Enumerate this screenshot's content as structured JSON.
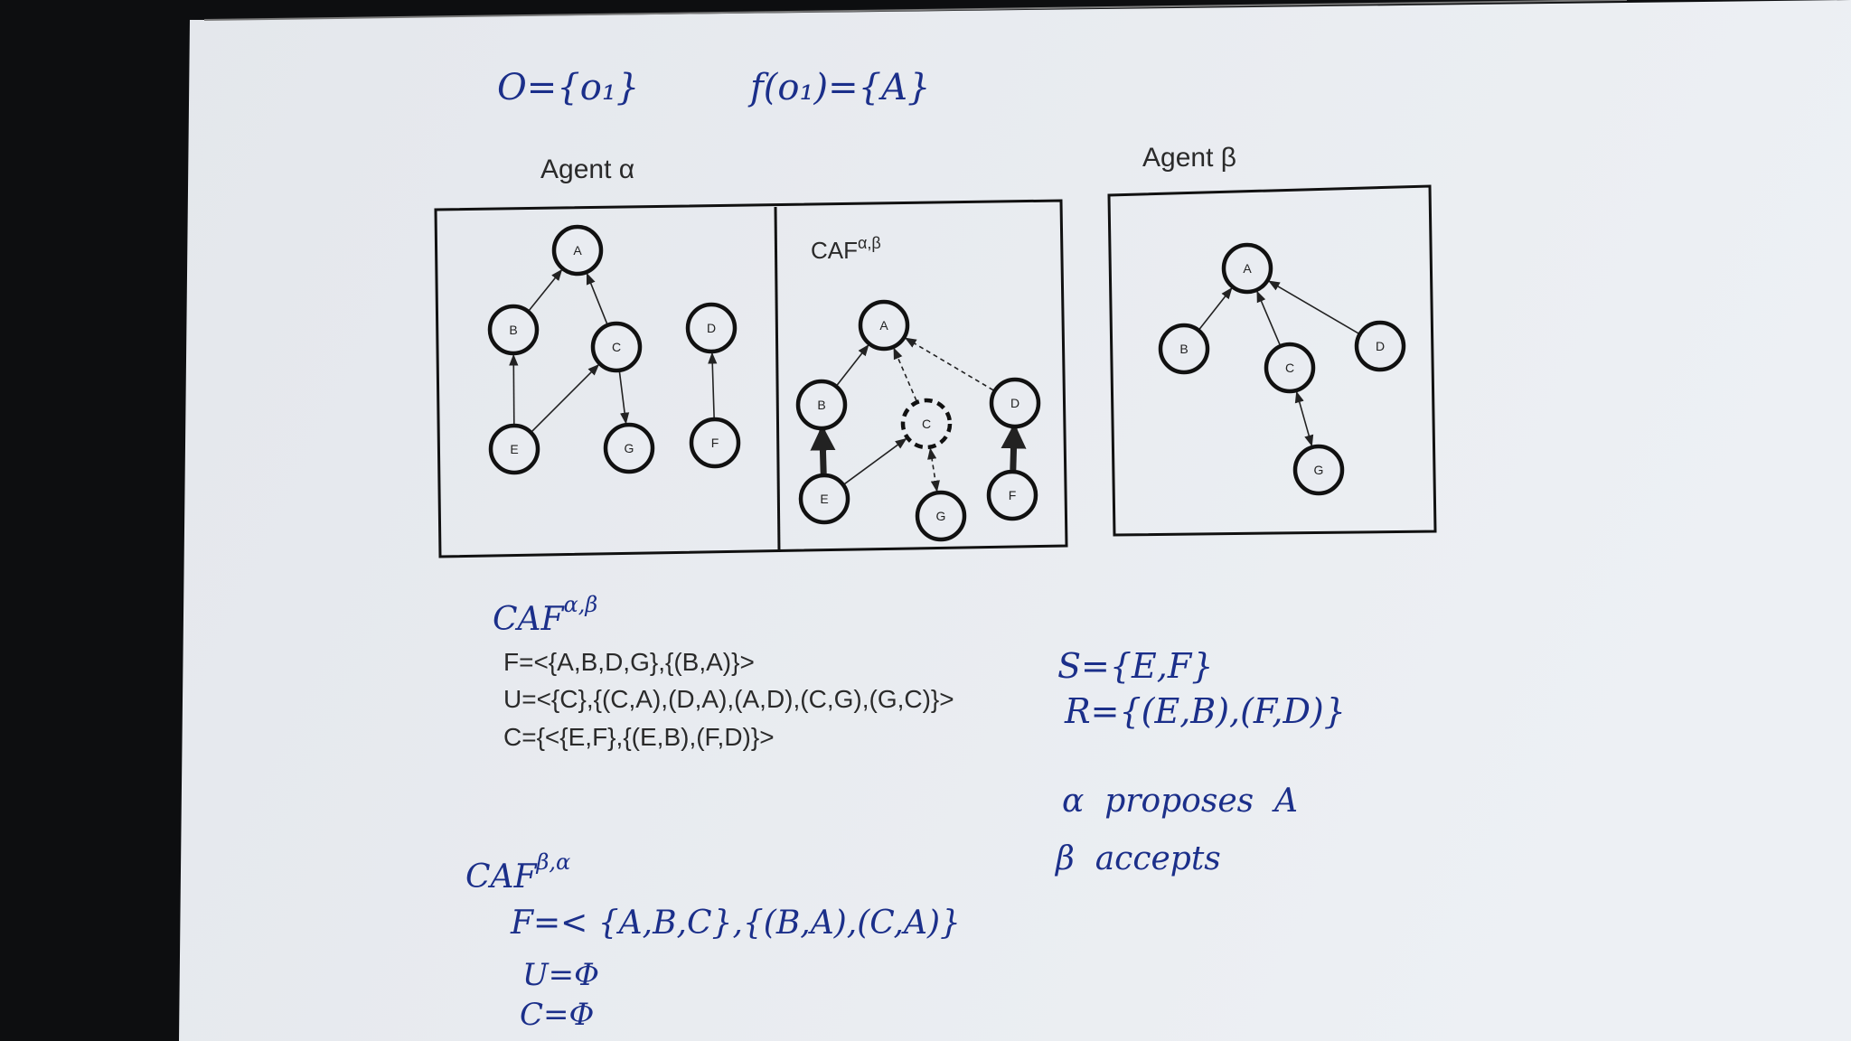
{
  "handwritten_top": {
    "o_set": "O={o₁}",
    "f_map": "f(o₁)={A}"
  },
  "agents": {
    "alpha_label": "Agent α",
    "beta_label": "Agent β"
  },
  "caf_panel_label": "CAF",
  "caf_panel_sup": "α,β",
  "graph_alpha": {
    "nodes": [
      {
        "id": "A",
        "label": "A"
      },
      {
        "id": "B",
        "label": "B"
      },
      {
        "id": "C",
        "label": "C"
      },
      {
        "id": "D",
        "label": "D"
      },
      {
        "id": "E",
        "label": "E"
      },
      {
        "id": "G",
        "label": "G"
      },
      {
        "id": "F",
        "label": "F"
      }
    ],
    "edges": [
      [
        "B",
        "A"
      ],
      [
        "C",
        "A"
      ],
      [
        "E",
        "B"
      ],
      [
        "E",
        "C"
      ],
      [
        "C",
        "G"
      ],
      [
        "F",
        "D"
      ]
    ]
  },
  "graph_caf": {
    "nodes": [
      {
        "id": "A",
        "label": "A"
      },
      {
        "id": "B",
        "label": "B"
      },
      {
        "id": "C",
        "label": "C",
        "uncertain": true
      },
      {
        "id": "D",
        "label": "D"
      },
      {
        "id": "E",
        "label": "E"
      },
      {
        "id": "G",
        "label": "G"
      },
      {
        "id": "F",
        "label": "F"
      }
    ],
    "edges": [
      {
        "from": "B",
        "to": "A",
        "style": "solid"
      },
      {
        "from": "C",
        "to": "A",
        "style": "dashed"
      },
      {
        "from": "D",
        "to": "A",
        "style": "dashed"
      },
      {
        "from": "E",
        "to": "C",
        "style": "solid"
      },
      {
        "from": "C",
        "to": "G",
        "style": "dashed",
        "both": true
      },
      {
        "from": "E",
        "to": "B",
        "style": "bold"
      },
      {
        "from": "F",
        "to": "D",
        "style": "bold"
      }
    ]
  },
  "graph_beta": {
    "nodes": [
      {
        "id": "A",
        "label": "A"
      },
      {
        "id": "B",
        "label": "B"
      },
      {
        "id": "C",
        "label": "C"
      },
      {
        "id": "D",
        "label": "D"
      },
      {
        "id": "G",
        "label": "G"
      }
    ],
    "edges": [
      {
        "from": "B",
        "to": "A"
      },
      {
        "from": "C",
        "to": "A"
      },
      {
        "from": "D",
        "to": "A"
      },
      {
        "from": "C",
        "to": "G",
        "both": true
      }
    ]
  },
  "caf_ab_block": {
    "title": "CAF",
    "title_sup": "α,β",
    "lines": [
      "F=<{A,B,D,G},{(B,A)}>",
      "U=<{C},{(C,A),(D,A),(A,D),(C,G),(G,C)}>",
      "C={<{E,F},{(E,B),(F,D)}>"
    ]
  },
  "right_notes": {
    "s_line": "S={E,F}",
    "r_line": "R={(E,B),(F,D)}",
    "proposes": "α  proposes  A",
    "accepts": "β  accepts"
  },
  "caf_ba_block": {
    "title": "CAF",
    "title_sup": "β,α",
    "lines": [
      "F=< {A,B,C},{(B,A),(C,A)}",
      "U=Φ",
      "C=Φ"
    ]
  }
}
